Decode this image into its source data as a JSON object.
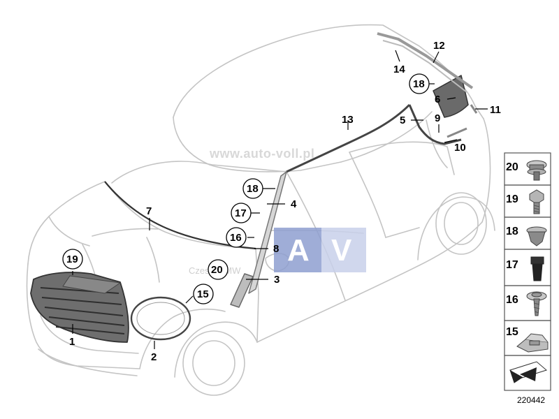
{
  "callouts": {
    "c1": "1",
    "c2": "2",
    "c3": "3",
    "c4": "4",
    "c5": "5",
    "c6": "6",
    "c7": "7",
    "c8": "8",
    "c9": "9",
    "c10": "10",
    "c11": "11",
    "c12": "12",
    "c13": "13",
    "c14": "14",
    "c15": "15",
    "c16": "16",
    "c17": "17",
    "c18a": "18",
    "c18b": "18",
    "c19": "19",
    "c20": "20"
  },
  "legend": [
    "20",
    "19",
    "18",
    "17",
    "16",
    "15"
  ],
  "watermark": {
    "site": "www.auto-voll.pl",
    "brand": "Czesci BMW",
    "logo_left": "A",
    "logo_right": "V"
  },
  "diagram_number": "220442",
  "colors": {
    "outline": "#c4c4c4",
    "part_dark": "#555555",
    "logo_blue": "#8e9fd0"
  }
}
